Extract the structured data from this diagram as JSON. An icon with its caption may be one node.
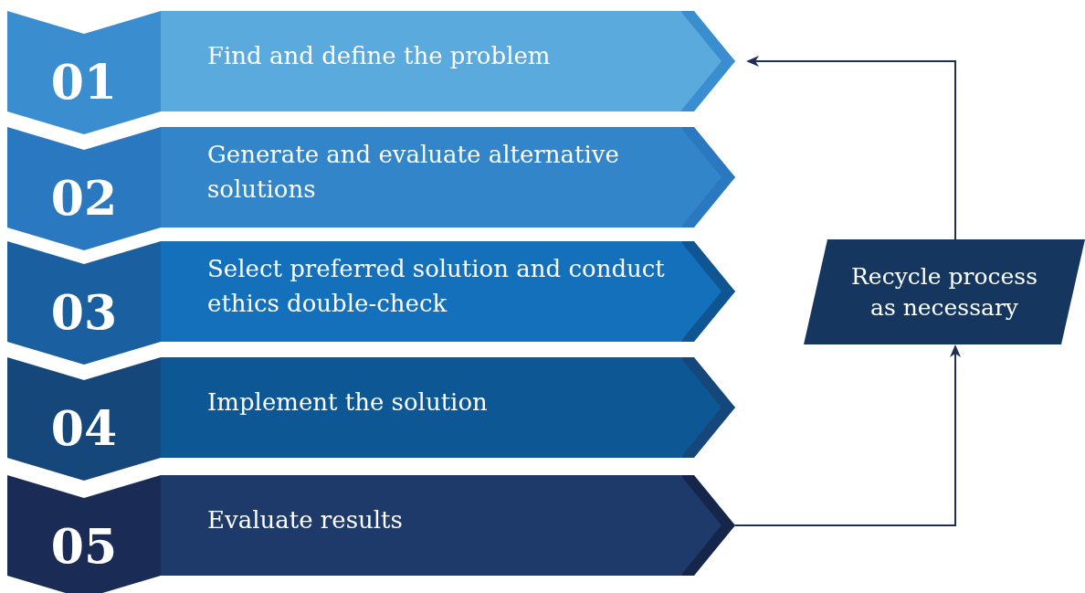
{
  "diagram": {
    "nodes": [
      {
        "text": [
          "01",
          "Find and define the problem"
        ]
      },
      {
        "text": [
          "02",
          "Generate and evaluate alternative solutions"
        ]
      },
      {
        "text": [
          "03",
          "Select preferred solution and conduct ethics double-check"
        ]
      },
      {
        "text": [
          "04",
          "Implement the solution"
        ]
      },
      {
        "text": [
          "05",
          "Evaluate results"
        ]
      },
      {
        "text": [
          "Recycle process as necessary"
        ]
      }
    ],
    "edges": [
      {
        "from": 4,
        "to": 5,
        "arrow": "to"
      },
      {
        "from": 5,
        "to": 0,
        "arrow": "to"
      }
    ]
  }
}
